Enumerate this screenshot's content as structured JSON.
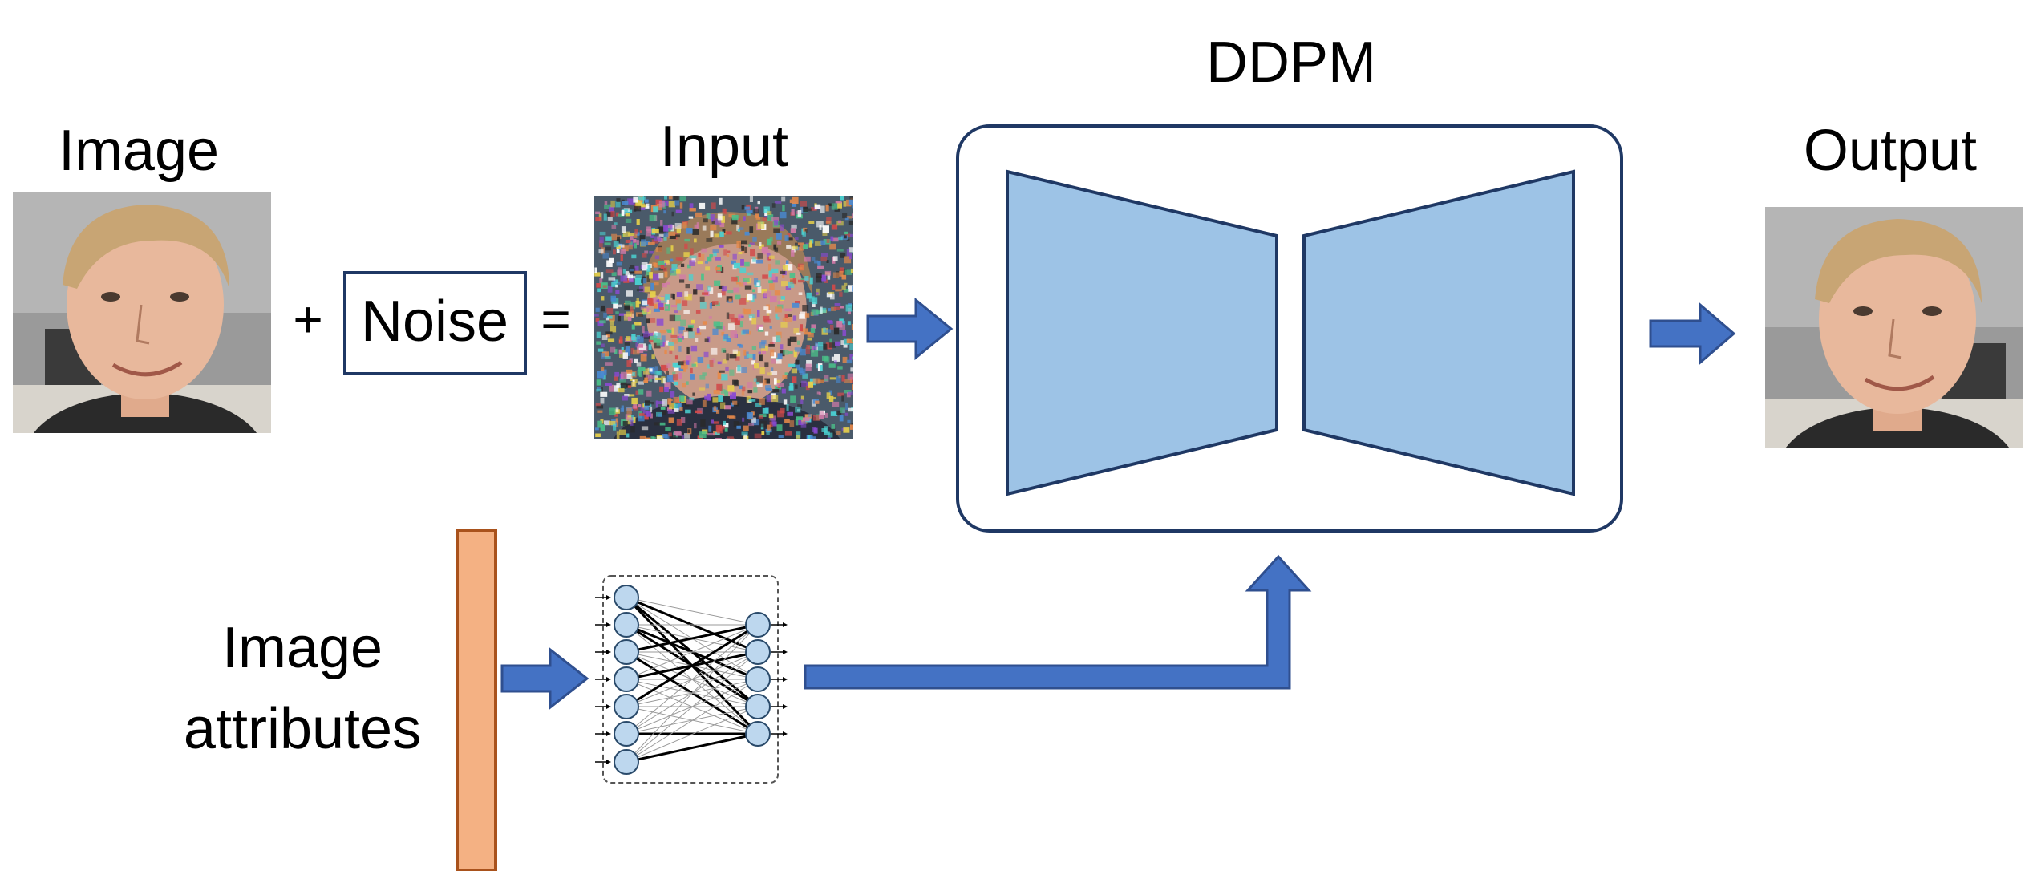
{
  "labels": {
    "image": "Image",
    "plus": "+",
    "noise": "Noise",
    "equals": "=",
    "input": "Input",
    "model": "DDPM",
    "output": "Output",
    "attributes_line1": "Image",
    "attributes_line2": "attributes"
  },
  "colors": {
    "box_stroke": "#1f3864",
    "trapezoid_fill": "#9dc3e6",
    "arrow_fill": "#4472c4",
    "arrow_stroke": "#2f4f8f",
    "attribute_bar_fill": "#f4b183",
    "attribute_bar_stroke": "#a9521c",
    "node_fill": "#bdd7ee",
    "face_skin": "#e8b89c",
    "face_hair": "#c8a574",
    "background_photo": "#8a8a8a"
  },
  "icons": {
    "face_photo": "face-photo-icon",
    "noisy_face": "noisy-face-icon",
    "neural_network": "neural-network-icon"
  }
}
